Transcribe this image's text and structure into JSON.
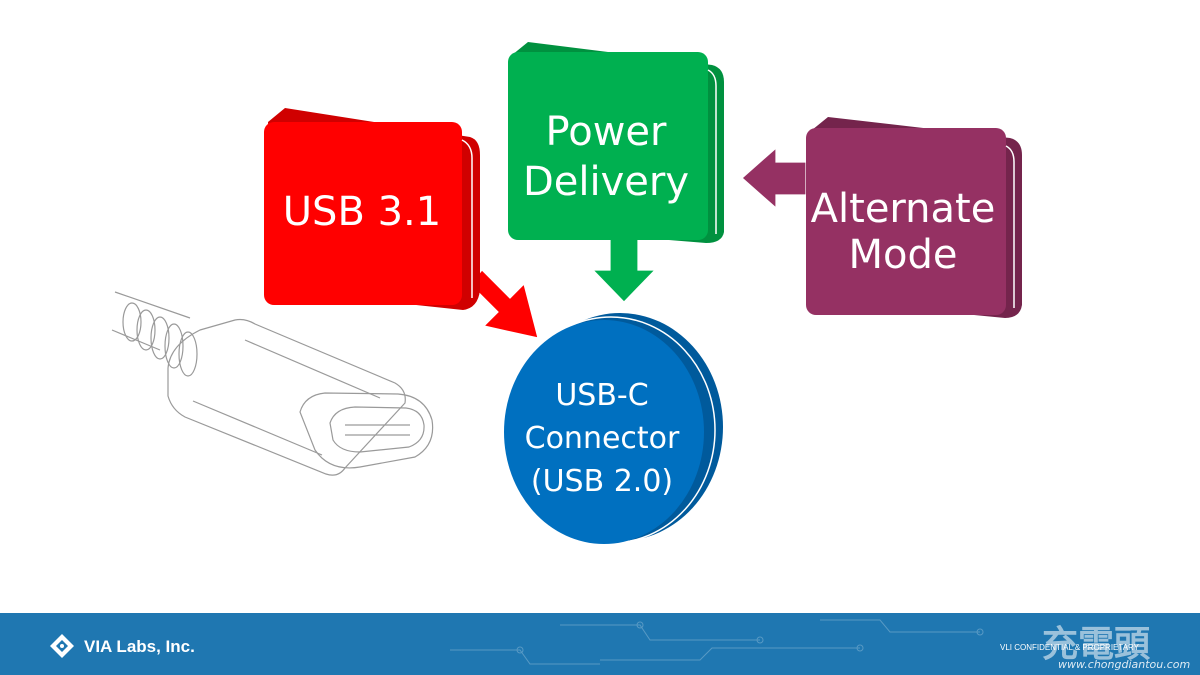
{
  "diagram": {
    "boxes": {
      "usb31": {
        "line1": "USB 3.1",
        "color": "#ff0000",
        "side": "#d00000"
      },
      "power_delivery": {
        "line1": "Power",
        "line2": "Delivery",
        "color": "#00b050",
        "side": "#00913f"
      },
      "alternate_mode": {
        "line1": "Alternate",
        "line2": "Mode",
        "color": "#953163",
        "side": "#74244c"
      }
    },
    "connector": {
      "line1": "USB-C",
      "line2": "Connector",
      "line3": "(USB 2.0)",
      "color": "#0070c0",
      "side": "#005a9c"
    }
  },
  "footer": {
    "company": "VIA Labs, Inc.",
    "confidential": "VLI CONFIDENTIAL & PROPRIETARY",
    "bar_color": "#1f77b1"
  },
  "watermark": {
    "text": "充電頭",
    "url": "www.chongdiantou.com"
  }
}
